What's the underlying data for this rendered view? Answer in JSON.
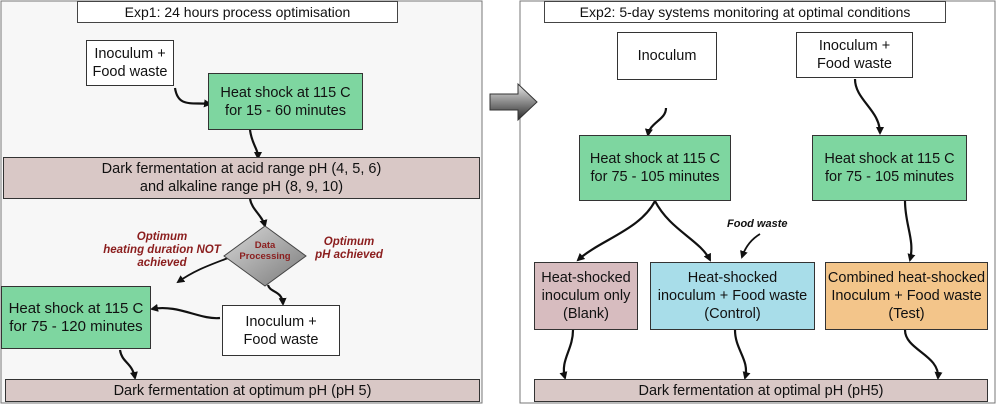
{
  "exp1": {
    "title": "Exp1: 24 hours process optimisation",
    "inoculum_food_waste": "Inoculum +\nFood waste",
    "heat_shock": "Heat shock at 115 C\nfor 15 - 60 minutes",
    "dark_fermentation": "Dark fermentation at acid range pH (4, 5, 6)\nand alkaline range pH (8, 9, 10)",
    "data_processing": "Data\nProcessing",
    "optimum_heating_not_achieved": "Optimum\nheating duration NOT\nachieved",
    "optimum_ph_achieved": "Optimum\npH achieved",
    "inoculum_food_waste_2": "Inoculum +\nFood waste",
    "heat_shock_2": "Heat shock at 115 C\nfor 75 - 120 minutes",
    "dark_fermentation_optimum": "Dark fermentation at optimum pH (pH 5)"
  },
  "exp2": {
    "title": "Exp2: 5-day systems monitoring at optimal conditions",
    "inoculum": "Inoculum",
    "inoculum_food_waste": "Inoculum +\nFood waste",
    "heat_shock_left": "Heat shock at 115 C\nfor 75 - 105 minutes",
    "heat_shock_right": "Heat shock at 115 C\nfor 75 - 105 minutes",
    "food_waste_label": "Food waste",
    "blank": "Heat-shocked\ninoculum only\n(Blank)",
    "control": "Heat-shocked\ninoculum + Food waste\n(Control)",
    "test": "Combined heat-shocked\nInoculum + Food waste\n(Test)",
    "dark_fermentation_optimal": "Dark fermentation at optimal pH (pH5)"
  },
  "colors": {
    "green": "#7ed6a0",
    "tan": "#d9c8c6",
    "pink": "#d7bcbf",
    "blue": "#a8dde9",
    "orange": "#f3c58a",
    "label_red": "#8b1e1e",
    "diamond_grey": "#9a9a9a"
  }
}
